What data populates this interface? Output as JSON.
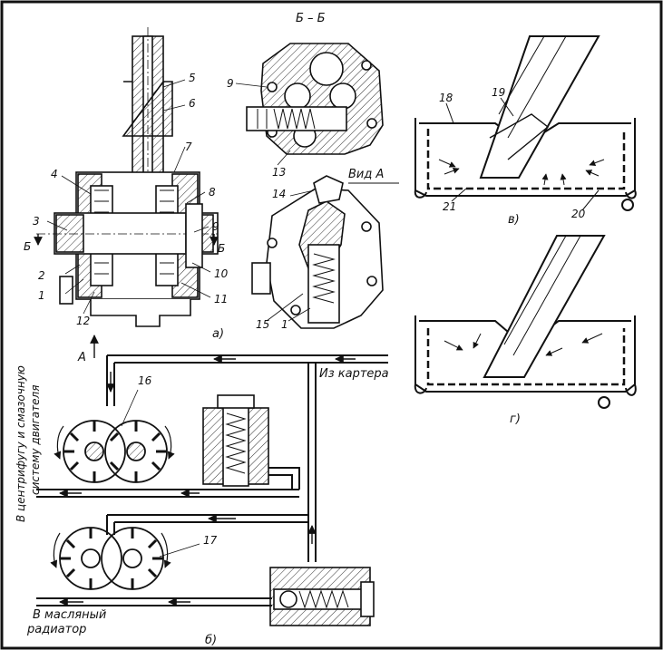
{
  "section_title": "Б – Б",
  "view_title": "Вид А",
  "view_a_arrow_label": "А",
  "section_marks": [
    "Б",
    "Б"
  ],
  "panel_labels": {
    "a": "а)",
    "b": "б)",
    "v": "в)",
    "g": "г)"
  },
  "part_numbers": {
    "p1": "1",
    "p2": "2",
    "p3": "3",
    "p4": "4",
    "p5": "5",
    "p6": "6",
    "p7": "7",
    "p8": "8",
    "p9": "9",
    "p10": "10",
    "p11": "11",
    "p12": "12",
    "p13": "13",
    "p14": "14",
    "p15": "15",
    "p1b": "1",
    "p9b": "9",
    "p16": "16",
    "p17": "17",
    "p18": "18",
    "p19": "19",
    "p20": "20",
    "p21": "21"
  },
  "flow_labels": {
    "from_crankcase": "Из картера",
    "to_centrifuge_line1": "В центрифугу и смазочную",
    "to_centrifuge_line2": "систему двигателя",
    "to_radiator_line1": "В масляный",
    "to_radiator_line2": "радиатор"
  }
}
